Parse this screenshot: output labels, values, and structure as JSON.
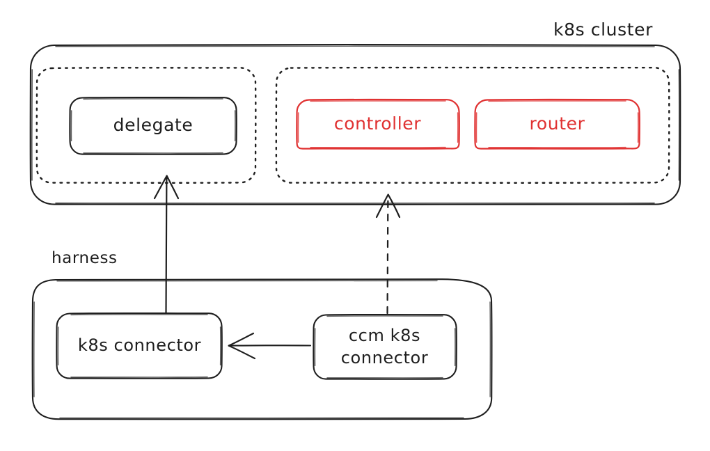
{
  "diagram": {
    "title": "k8s cluster / harness connector architecture",
    "background": "#ffffff",
    "stroke_color": "#1e1e1e",
    "accent_color": "#e03131",
    "style": "hand-drawn"
  },
  "clusters": {
    "k8s_cluster": {
      "label": "k8s cluster",
      "label_position": "outside-top-right",
      "border": "solid",
      "groups": [
        {
          "name": "delegate-group",
          "border": "dotted",
          "nodes": [
            {
              "name": "delegate",
              "label": "delegate",
              "color": "#1e1e1e"
            }
          ]
        },
        {
          "name": "services-group",
          "border": "dotted",
          "nodes": [
            {
              "name": "controller",
              "label": "controller",
              "color": "#e03131"
            },
            {
              "name": "router",
              "label": "router",
              "color": "#e03131"
            }
          ]
        }
      ]
    },
    "harness": {
      "label": "harness",
      "label_position": "outside-top-left",
      "border": "solid",
      "nodes": [
        {
          "name": "k8s-connector",
          "label": "k8s connector",
          "color": "#1e1e1e"
        },
        {
          "name": "ccm-k8s-connector",
          "label_line1": "ccm k8s",
          "label_line2": "connector",
          "color": "#1e1e1e"
        }
      ]
    }
  },
  "connections": [
    {
      "name": "k8s-connector-to-delegate",
      "from": "k8s-connector",
      "to": "delegate",
      "line": "solid",
      "arrowhead": "open-v",
      "direction": "up"
    },
    {
      "name": "ccm-k8s-connector-to-services-group",
      "from": "ccm-k8s-connector",
      "to": "services-group",
      "line": "dashed",
      "arrowhead": "open-v",
      "direction": "up"
    },
    {
      "name": "ccm-k8s-connector-to-k8s-connector",
      "from": "ccm-k8s-connector",
      "to": "k8s-connector",
      "line": "solid",
      "arrowhead": "open-v",
      "direction": "left"
    }
  ]
}
